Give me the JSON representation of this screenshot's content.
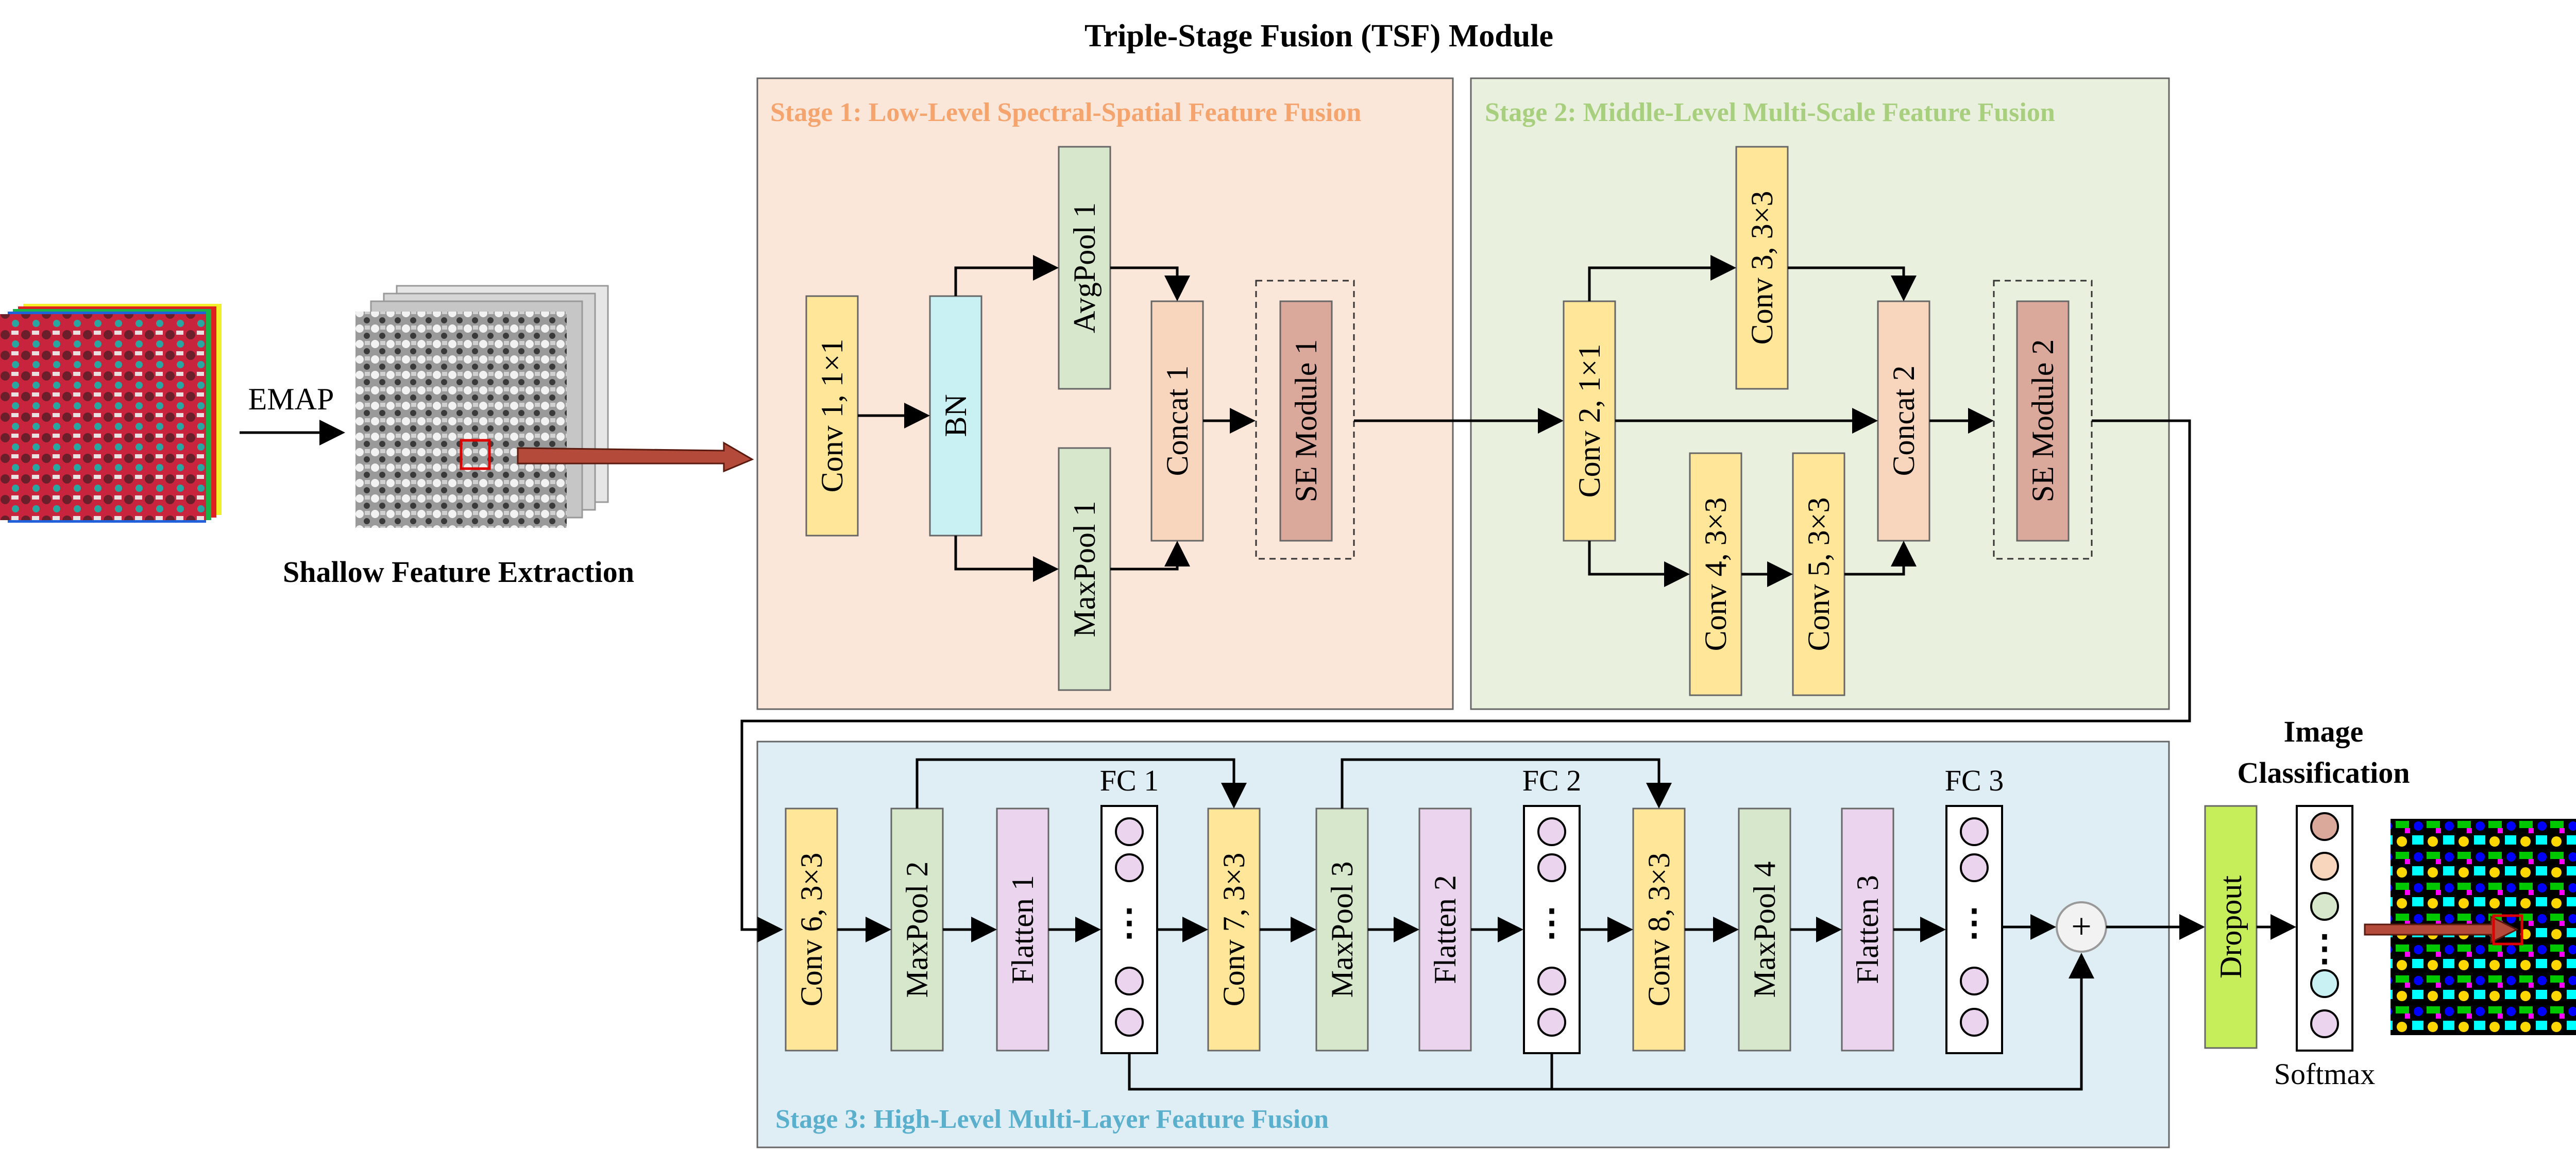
{
  "title": "Triple-Stage Fusion (TSF) Module",
  "input": {
    "emap_label": "EMAP",
    "shallow_label": "Shallow Feature Extraction"
  },
  "stage1": {
    "title": "Stage 1: Low-Level Spectral-Spatial Feature Fusion",
    "conv": "Conv 1, 1×1",
    "bn": "BN",
    "avgpool": "AvgPool 1",
    "maxpool": "MaxPool 1",
    "concat": "Concat 1",
    "se": "SE Module 1"
  },
  "stage2": {
    "title": "Stage 2: Middle-Level Multi-Scale Feature Fusion",
    "conv2": "Conv 2, 1×1",
    "conv3": "Conv 3, 3×3",
    "conv4": "Conv 4, 3×3",
    "conv5": "Conv 5,  3×3",
    "concat": "Concat 2",
    "se": "SE Module 2"
  },
  "stage3": {
    "title": "Stage 3: High-Level Multi-Layer Feature Fusion",
    "conv6": "Conv 6,  3×3",
    "maxpool2": "MaxPool 2",
    "flatten1": "Flatten 1",
    "fc1": "FC 1",
    "conv7": "Conv 7,  3×3",
    "maxpool3": "MaxPool 3",
    "flatten2": "Flatten 2",
    "fc2": "FC 2",
    "conv8": "Conv 8,  3×3",
    "maxpool4": "MaxPool 4",
    "flatten3": "Flatten 3",
    "fc3": "FC 3",
    "sum_symbol": "+"
  },
  "output": {
    "title_line1": "Image",
    "title_line2": "Classification",
    "dropout": "Dropout",
    "softmax": "Softmax"
  },
  "colors": {
    "stage1_bg": "#fbe6da",
    "stage1_title": "#f4a46c",
    "stage2_bg": "#e9f0de",
    "stage2_title": "#a8cf7e",
    "stage3_bg": "#dfeef5",
    "stage3_title": "#5ab0cc",
    "conv": "#ffe699",
    "bn": "#c9f0f2",
    "pool": "#d7e7cc",
    "concat": "#f8d5bd",
    "se": "#dba89c",
    "flatten": "#ead4ee",
    "dropout": "#c6ee5a",
    "arrow_red": "#b34a3a"
  }
}
